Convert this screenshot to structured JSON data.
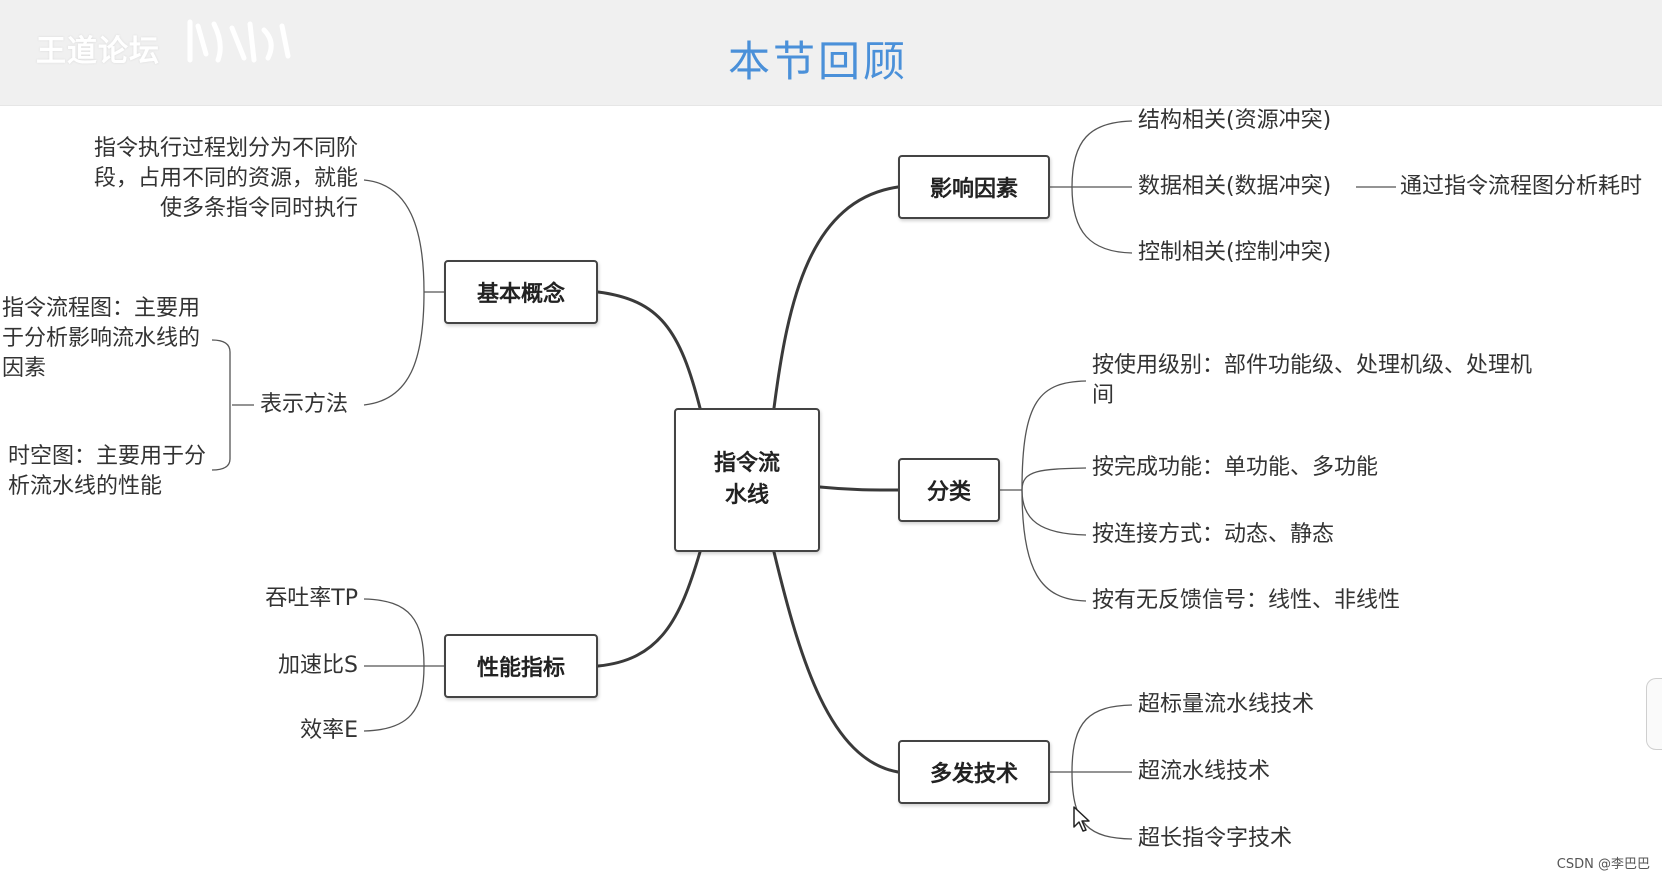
{
  "header": {
    "watermark": "王道论坛",
    "title": "本节回顾"
  },
  "center": {
    "label": "指令流水线"
  },
  "branches": {
    "basic_concept": {
      "label": "基本概念",
      "definition": "指令执行过程划分为不同阶段，占用不同的资源，就能使多条指令同时执行",
      "representation": {
        "label": "表示方法",
        "items": [
          "指令流程图：主要用于分析影响流水线的因素",
          "时空图：主要用于分析流水线的性能"
        ]
      }
    },
    "performance": {
      "label": "性能指标",
      "items": [
        "吞吐率TP",
        "加速比S",
        "效率E"
      ]
    },
    "factors": {
      "label": "影响因素",
      "items": [
        "结构相关(资源冲突)",
        "数据相关(数据冲突)",
        "控制相关(控制冲突)"
      ],
      "data_note": "通过指令流程图分析耗时"
    },
    "classification": {
      "label": "分类",
      "items": [
        "按使用级别：部件功能级、处理机级、处理机间",
        "按完成功能：单功能、多功能",
        "按连接方式：动态、静态",
        "按有无反馈信号：线性、非线性"
      ]
    },
    "multi_issue": {
      "label": "多发技术",
      "items": [
        "超标量流水线技术",
        "超流水线技术",
        "超长指令字技术"
      ]
    }
  },
  "footer": {
    "credit": "CSDN @李巴巴"
  }
}
